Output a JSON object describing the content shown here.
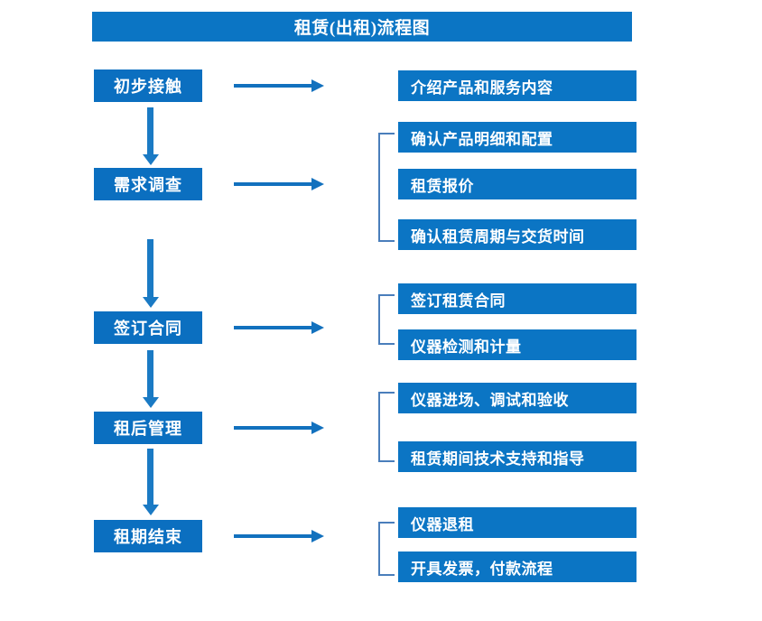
{
  "diagram": {
    "title": "租赁(出租)流程图",
    "colors": {
      "title_bar": "#0b75c4",
      "stage_box": "#0b6fc0",
      "detail_box": "#0b75c4",
      "arrow": "#1271be",
      "vertical_arrow": "#1a7ac4",
      "bracket": "#4a7ebb",
      "text": "#ffffff",
      "background": "#ffffff"
    },
    "stages": [
      {
        "label": "初步接触"
      },
      {
        "label": "需求调查"
      },
      {
        "label": "签订合同"
      },
      {
        "label": "租后管理"
      },
      {
        "label": "租期结束"
      }
    ],
    "details": [
      {
        "label": "介绍产品和服务内容"
      },
      {
        "label": "确认产品明细和配置"
      },
      {
        "label": "租赁报价"
      },
      {
        "label": "确认租赁周期与交货时间"
      },
      {
        "label": "签订租赁合同"
      },
      {
        "label": "仪器检测和计量"
      },
      {
        "label": "仪器进场、调试和验收"
      },
      {
        "label": "租赁期间技术支持和指导"
      },
      {
        "label": "仪器退租"
      },
      {
        "label": "开具发票，付款流程"
      }
    ]
  }
}
